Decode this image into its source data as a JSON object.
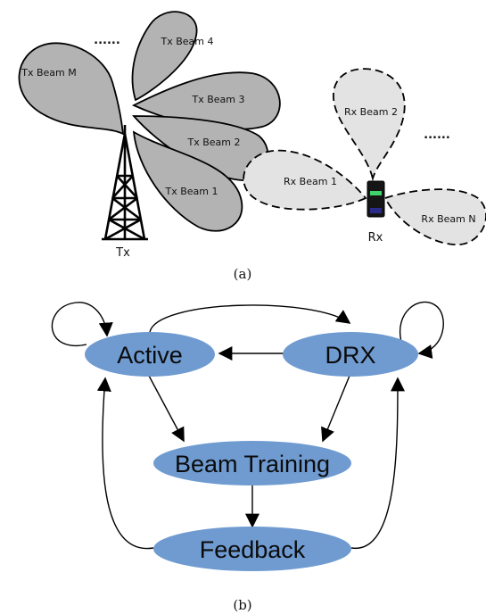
{
  "figure_a": {
    "caption": "(a)",
    "tx_label": "Tx",
    "rx_label": "Rx",
    "tx_beams": [
      "Tx Beam M",
      "Tx Beam 4",
      "Tx Beam 3",
      "Tx Beam 2",
      "Tx Beam 1"
    ],
    "rx_beams": [
      "Rx Beam 1",
      "Rx Beam 2",
      "Rx Beam N"
    ],
    "ellipsis": "......",
    "colors": {
      "tx_beam": "#b3b3b3",
      "rx_beam": "#e3e3e3",
      "device_screen": "#3fd36b"
    }
  },
  "figure_b": {
    "caption": "(b)",
    "states": {
      "active": "Active",
      "drx": "DRX",
      "beam_training": "Beam Training",
      "feedback": "Feedback"
    },
    "colors": {
      "state_fill": "#6f9bd1"
    }
  }
}
